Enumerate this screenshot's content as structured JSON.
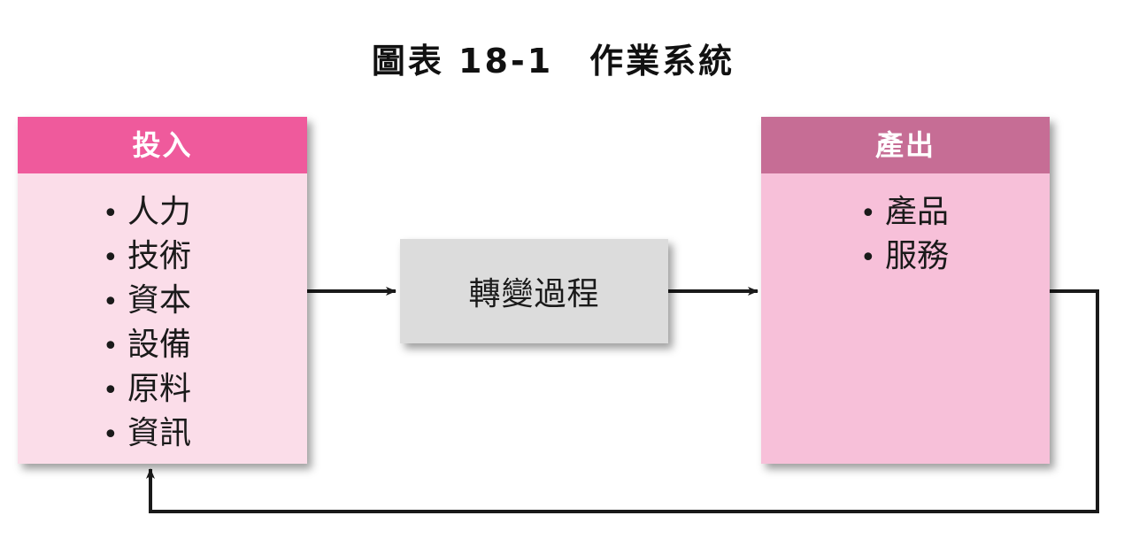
{
  "title": "圖表 18-1　作業系統",
  "input": {
    "header": "投入",
    "items": [
      "人力",
      "技術",
      "資本",
      "設備",
      "原料",
      "資訊"
    ]
  },
  "process": {
    "label": "轉變過程"
  },
  "output": {
    "header": "產出",
    "items": [
      "產品",
      "服務"
    ]
  },
  "colors": {
    "input_header": "#ef5a9c",
    "input_body": "#fbdde9",
    "output_header": "#c66d95",
    "output_body": "#f7c0d9",
    "process_body": "#dcdcdc",
    "arrow": "#1a1a1a"
  }
}
